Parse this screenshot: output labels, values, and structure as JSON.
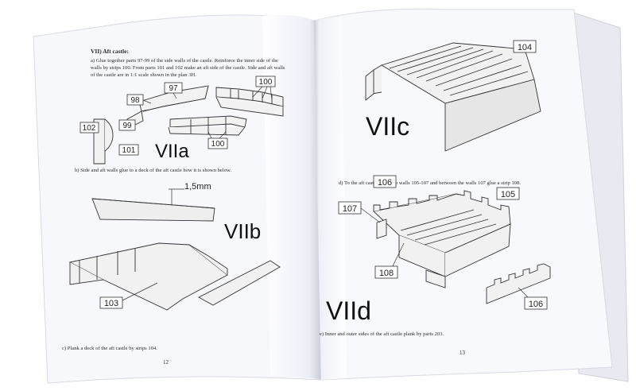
{
  "left_page": {
    "heading": "VII) Aft castle:",
    "para_a_line1": "a) Glue together parts 97-99 of the side walls of the castle. Reinforce the inner side of the",
    "para_a_line2": "walls by strips 100. From parts 101 and 102 make an aft side of the castle. Side and aft walls",
    "para_a_line3": "of the castle are in 1:1 scale shown in the plan 3H.",
    "fig_a": "VIIa",
    "label_97": "97",
    "label_98": "98",
    "label_99": "99",
    "label_100a": "100",
    "label_100b": "100",
    "label_101": "101",
    "label_102": "102",
    "para_b": "b) Side and aft walls glue to a deck of the aft castle how it is shown below.",
    "dimension": "1,5mm",
    "fig_b": "VIIb",
    "label_103": "103",
    "caption_c": "c) Plank a deck of the aft castle by strips 104.",
    "page_number": "12"
  },
  "right_page": {
    "label_104": "104",
    "fig_c": "VIIc",
    "para_d": "d) To the aft castle glue also walls 105-107 and between the walls 107 glue a strip 108.",
    "label_106a": "106",
    "label_105": "105",
    "label_107": "107",
    "label_108": "108",
    "fig_d": "VIId",
    "label_106b": "106",
    "caption_e": "e) Inner and outer sides of the aft castle plank by parts 203.",
    "page_number": "13"
  }
}
